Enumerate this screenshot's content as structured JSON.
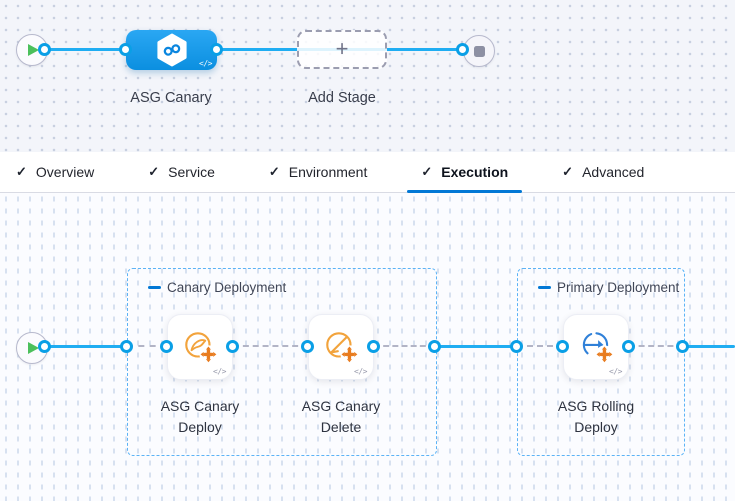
{
  "pipeline": {
    "stage": {
      "label": "ASG Canary"
    },
    "add_stage": {
      "label": "Add Stage"
    }
  },
  "tabs": [
    {
      "label": "Overview",
      "active": false
    },
    {
      "label": "Service",
      "active": false
    },
    {
      "label": "Environment",
      "active": false
    },
    {
      "label": "Execution",
      "active": true
    },
    {
      "label": "Advanced",
      "active": false
    }
  ],
  "execution": {
    "groups": [
      {
        "label": "Canary Deployment",
        "steps": [
          {
            "label": "ASG Canary Deploy"
          },
          {
            "label": "ASG Canary Delete"
          }
        ]
      },
      {
        "label": "Primary Deployment",
        "steps": [
          {
            "label": "ASG Rolling Deploy"
          }
        ]
      }
    ]
  },
  "icons": {
    "plus": "+",
    "code": "</>",
    "check": "✓"
  },
  "colors": {
    "connector_blue": "#1fadf2",
    "accent_blue": "#0278d5",
    "group_border_blue": "#5bb3f6",
    "stage_blue": "#0f93e4",
    "success_green": "#4cc05c",
    "asg_orange": "#f2a33c"
  }
}
